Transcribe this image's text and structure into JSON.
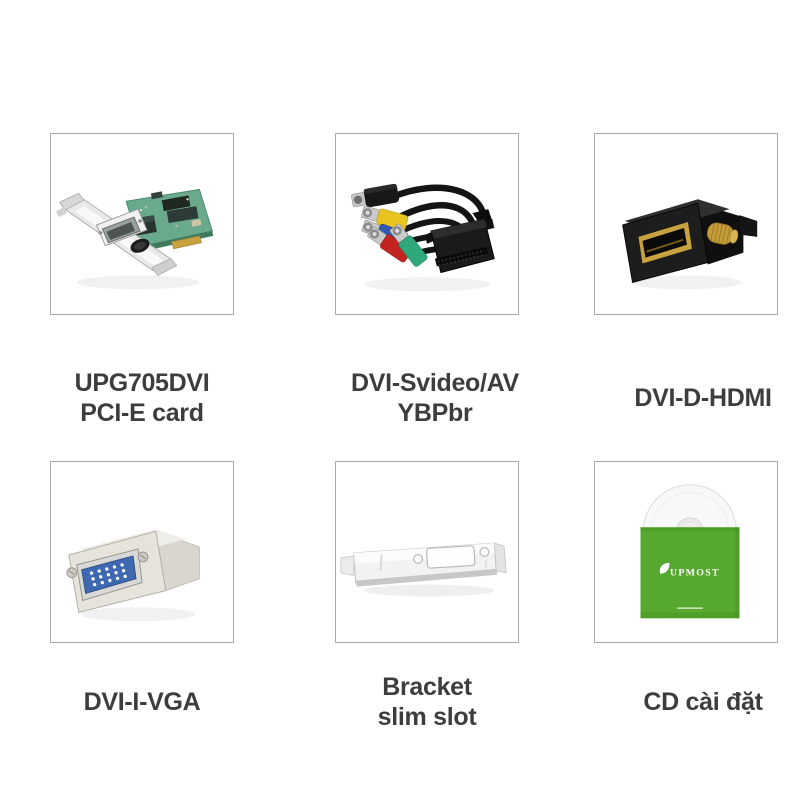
{
  "page": {
    "background": "#ffffff"
  },
  "grid": {
    "items": [
      {
        "name": "upg705dvi-pcie-card",
        "caption_line1": "UPG705DVI",
        "caption_line2": "PCI-E card"
      },
      {
        "name": "dvi-svideo-av-ybpbr-cable",
        "caption_line1": "DVI-Svideo/AV",
        "caption_line2": "YBPbr"
      },
      {
        "name": "dvi-d-hdmi-adapter",
        "caption_line1": "DVI-D-HDMI",
        "caption_line2": ""
      },
      {
        "name": "dvi-i-vga-adapter",
        "caption_line1": "DVI-I-VGA",
        "caption_line2": ""
      },
      {
        "name": "slim-slot-bracket",
        "caption_line1": "Bracket",
        "caption_line2": "slim slot"
      },
      {
        "name": "installation-cd",
        "caption_line1": "CD cài đặt",
        "caption_line2": ""
      }
    ]
  },
  "cd_sleeve": {
    "brand": "UPMOST"
  },
  "colors": {
    "box_border": "#a9a9a9",
    "caption_text": "#3d3d3d",
    "cd_sleeve_green": "#56a82e",
    "pcb_green": "#69a98c",
    "connector_yellow": "#e7c41f",
    "connector_blue": "#2f57b0",
    "connector_red": "#c32421",
    "connector_green": "#2fa97b",
    "gold": "#c8a23f"
  }
}
